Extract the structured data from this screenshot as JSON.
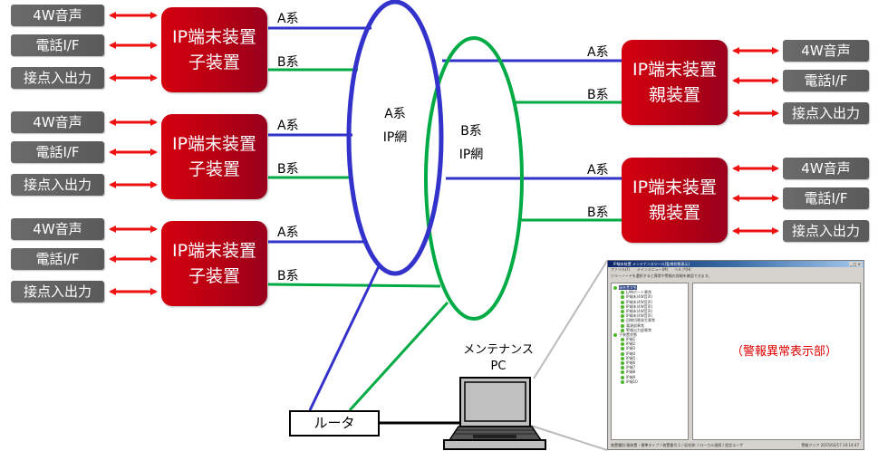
{
  "colors": {
    "a_system": "#3333cc",
    "b_system": "#00aa44",
    "arrow": "#ee1111",
    "device_red": "#c00012",
    "io_gray": "#666666",
    "alarm_text": "#e00000"
  },
  "child_devices": [
    {
      "title_line1": "IP端末装置",
      "title_line2": "子装置",
      "io": [
        "4W音声",
        "電話I/F",
        "接点入出力"
      ],
      "a_label": "A系",
      "b_label": "B系"
    },
    {
      "title_line1": "IP端末装置",
      "title_line2": "子装置",
      "io": [
        "4W音声",
        "電話I/F",
        "接点入出力"
      ],
      "a_label": "A系",
      "b_label": "B系"
    },
    {
      "title_line1": "IP端末装置",
      "title_line2": "子装置",
      "io": [
        "4W音声",
        "電話I/F",
        "接点入出力"
      ],
      "a_label": "A系",
      "b_label": "B系"
    }
  ],
  "parent_devices": [
    {
      "title_line1": "IP端末装置",
      "title_line2": "親装置",
      "io": [
        "4W音声",
        "電話I/F",
        "接点入出力"
      ],
      "a_label": "A系",
      "b_label": "B系"
    },
    {
      "title_line1": "IP端末装置",
      "title_line2": "親装置",
      "io": [
        "4W音声",
        "電話I/F",
        "接点入出力"
      ],
      "a_label": "A系",
      "b_label": "B系"
    }
  ],
  "networks": {
    "a": {
      "line1": "A系",
      "line2": "IP網"
    },
    "b": {
      "line1": "B系",
      "line2": "IP網"
    }
  },
  "router": {
    "label": "ルータ"
  },
  "maintenance_pc": {
    "line1": "メンテナンス",
    "line2": "PC"
  },
  "maintenance_window": {
    "title": "IP端末装置 メンテナンスツール[監視状態表示]",
    "controls": "_ □ ×",
    "menu": [
      "ファイル(F)",
      "メインメニュー(M)",
      "ヘルプ(H)"
    ],
    "hint": "ツリーノードを選択すると異常や警報の詳細を確認できます。",
    "tree": [
      {
        "label": "親装置状態",
        "level": 0,
        "selected": true
      },
      {
        "label": "LANポート異常",
        "level": 1
      },
      {
        "label": "IP端末(4W音声)",
        "level": 1
      },
      {
        "label": "IP端末(4W音声)",
        "level": 1
      },
      {
        "label": "IP端末(4W音声)",
        "level": 1
      },
      {
        "label": "IP端末(4W音声)",
        "level": 1
      },
      {
        "label": "IP端末(4W音声)",
        "level": 1
      },
      {
        "label": "回線切替発生異常",
        "level": 1
      },
      {
        "label": "電源部異常",
        "level": 1
      },
      {
        "label": "警報出力部異常",
        "level": 1
      },
      {
        "label": "子装置状態",
        "level": 0
      },
      {
        "label": "IP端1",
        "level": 1
      },
      {
        "label": "IP端2",
        "level": 1
      },
      {
        "label": "IP端3",
        "level": 1
      },
      {
        "label": "IP端4",
        "level": 1
      },
      {
        "label": "IP端5",
        "level": 1
      },
      {
        "label": "IP端6",
        "level": 1
      },
      {
        "label": "IP端7",
        "level": 1
      },
      {
        "label": "IP端8",
        "level": 1
      },
      {
        "label": "IP端9",
        "level": 1
      },
      {
        "label": "IP端10",
        "level": 1
      }
    ],
    "alarm_area_label": "（警報異常表示部）",
    "status_left": "装置種別:親装置・標準タイプ / 装置番号:1 / 局名称: / ローカル接続 / 設定ユーザ",
    "status_right": "警報クリア   2015/02/17 10:14:47"
  }
}
